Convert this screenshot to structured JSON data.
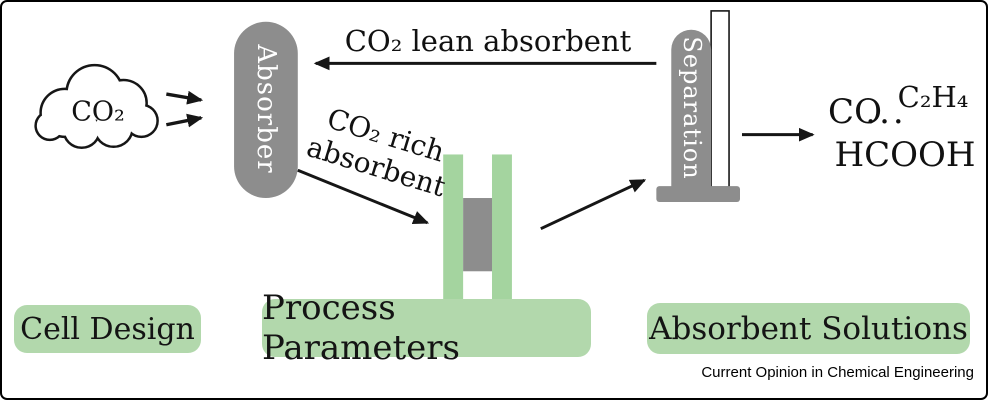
{
  "figure": {
    "cloud_label": "CO₂",
    "absorber_label": "Absorber",
    "lean_arrow_label": "CO₂ lean absorbent",
    "rich_arrow_label": {
      "line1": "CO₂ rich",
      "line2": "absorbent"
    },
    "separation_label": "Separation",
    "products": {
      "p1": "CO",
      "p2": "C₂H₄",
      "ellipsis": "...",
      "p3": "HCOOH"
    },
    "stages": [
      {
        "label": "Cell Design"
      },
      {
        "label": "Process Parameters"
      },
      {
        "label": "Absorbent Solutions"
      }
    ],
    "caption": "Current Opinion in Chemical Engineering",
    "colors": {
      "vessel_gray": "#8d8d8d",
      "device_green": "#a4d49f",
      "stage_label_green": "#b2d8ac",
      "line_black": "#161616",
      "background": "#ffffff"
    }
  }
}
